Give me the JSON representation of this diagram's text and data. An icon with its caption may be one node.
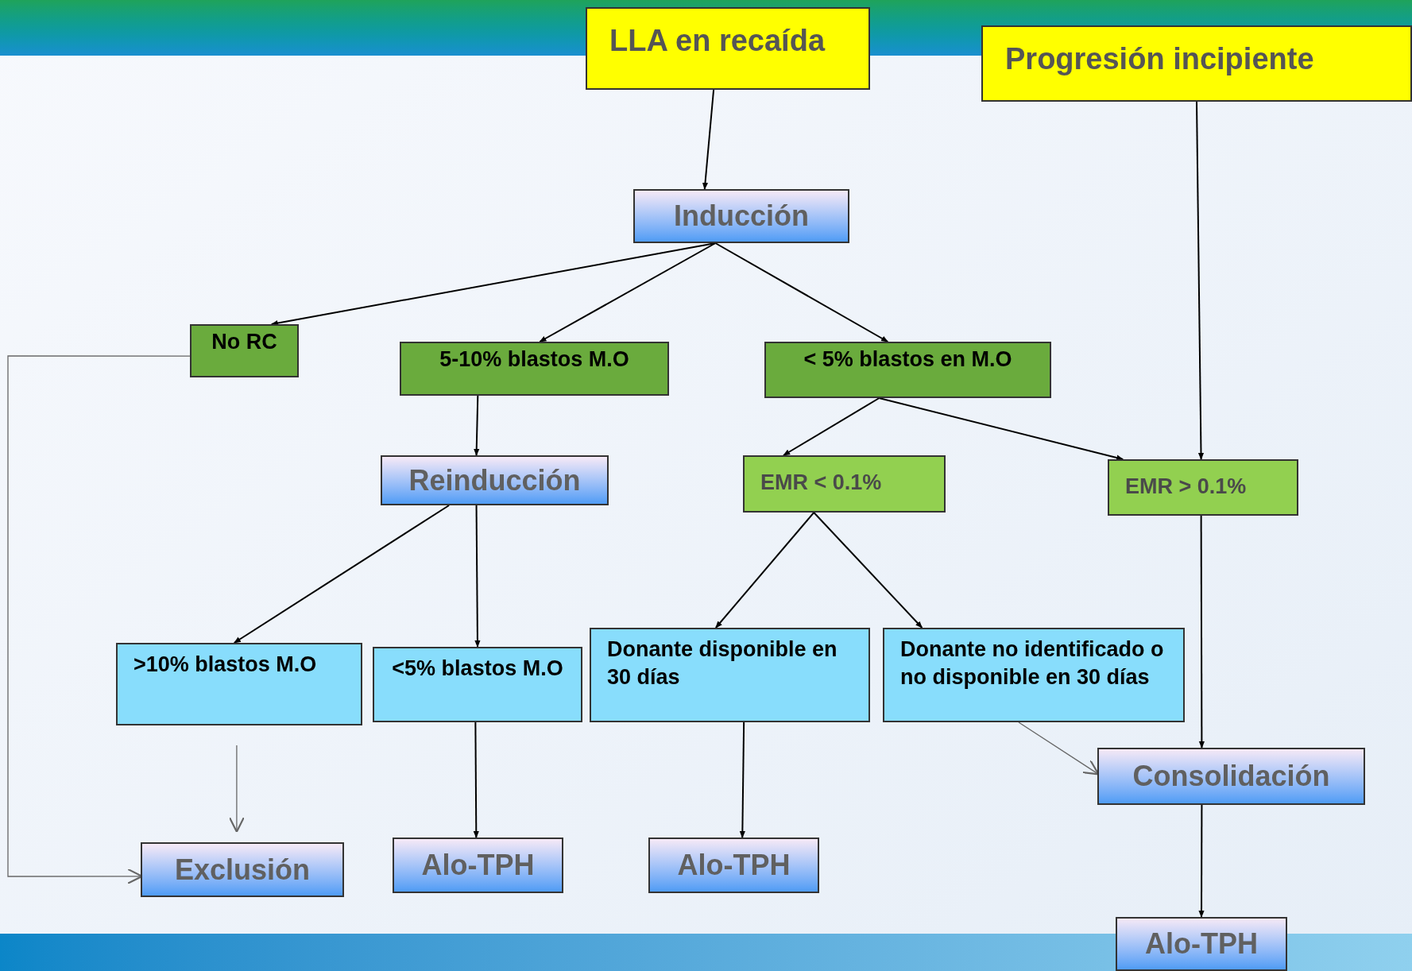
{
  "diagram": {
    "nodes": [
      {
        "text": [
          "LLA en recaída"
        ]
      },
      {
        "text": [
          "Progresión incipiente"
        ]
      },
      {
        "text": [
          "Inducción"
        ]
      },
      {
        "text": [
          "No RC"
        ]
      },
      {
        "text": [
          "5-10% blastos M.O"
        ]
      },
      {
        "text": [
          "< 5% blastos en M.O"
        ]
      },
      {
        "text": [
          "Reinducción"
        ]
      },
      {
        "text": [
          "EMR < 0.1%"
        ]
      },
      {
        "text": [
          "EMR > 0.1%"
        ]
      },
      {
        "text": [
          ">10% blastos M.O"
        ]
      },
      {
        "text": [
          "<5% blastos M.O"
        ]
      },
      {
        "text": [
          "Donante disponible en 30 días"
        ]
      },
      {
        "text": [
          "Donante no identificado o no disponible en 30 días"
        ]
      },
      {
        "text": [
          "Consolidación"
        ]
      },
      {
        "text": [
          "Exclusión"
        ]
      },
      {
        "text": [
          "Alo-TPH"
        ]
      },
      {
        "text": [
          "Alo-TPH"
        ]
      },
      {
        "text": [
          "Alo-TPH"
        ]
      }
    ],
    "edges": [
      {
        "from": 0,
        "to": 2,
        "arrow": "to"
      },
      {
        "from": 2,
        "to": 3,
        "arrow": "to"
      },
      {
        "from": 2,
        "to": 4,
        "arrow": "to"
      },
      {
        "from": 2,
        "to": 5,
        "arrow": "to"
      },
      {
        "from": 1,
        "to": 8,
        "arrow": "to"
      },
      {
        "from": 4,
        "to": 6,
        "arrow": "to"
      },
      {
        "from": 5,
        "to": 7,
        "arrow": "to"
      },
      {
        "from": 5,
        "to": 8,
        "arrow": "to"
      },
      {
        "from": 3,
        "to": 14,
        "arrow": "to",
        "color": "#666666"
      },
      {
        "from": 6,
        "to": 9,
        "arrow": "to"
      },
      {
        "from": 6,
        "to": 10,
        "arrow": "to"
      },
      {
        "from": 7,
        "to": 11,
        "arrow": "to"
      },
      {
        "from": 7,
        "to": 12,
        "arrow": "to"
      },
      {
        "from": 8,
        "to": 13,
        "arrow": "to"
      },
      {
        "from": 12,
        "to": 13,
        "arrow": "to",
        "color": "#666666"
      },
      {
        "from": 9,
        "to": 14,
        "arrow": "to",
        "color": "#666666"
      },
      {
        "from": 10,
        "to": 15,
        "arrow": "to"
      },
      {
        "from": 11,
        "to": 16,
        "arrow": "to"
      },
      {
        "from": 13,
        "to": 17,
        "arrow": "to"
      }
    ]
  }
}
